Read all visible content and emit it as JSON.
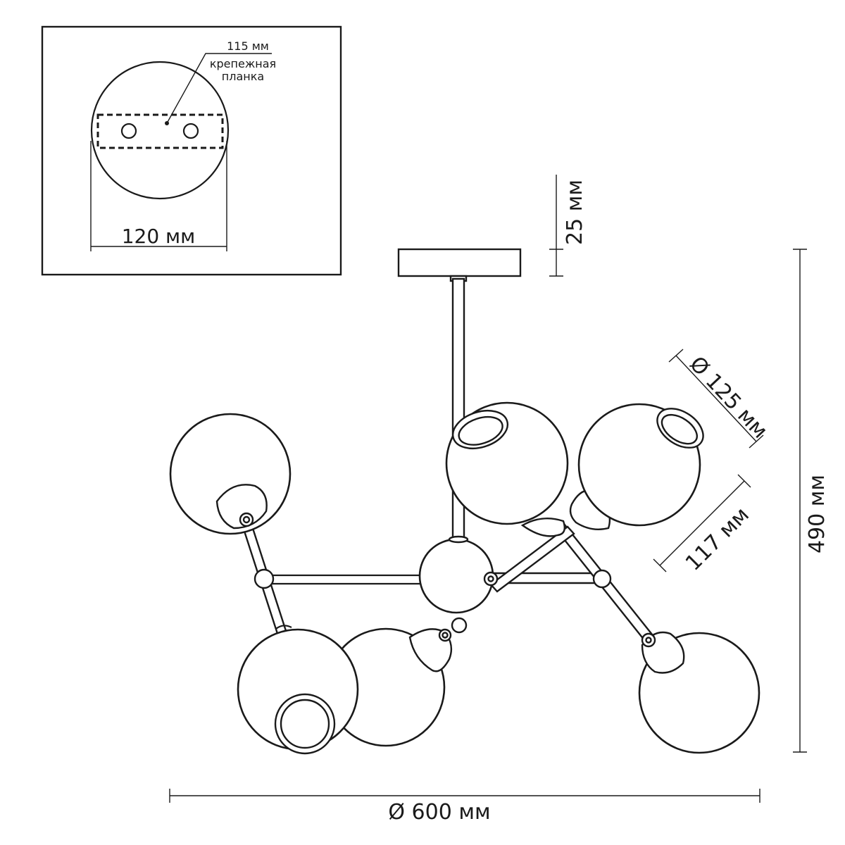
{
  "inset": {
    "plate_width_label": "115 мм",
    "plate_name_line1": "крепежная",
    "plate_name_line2": "планка",
    "canopy_diameter_label": "120 мм"
  },
  "dimensions": {
    "canopy_height": "25 мм",
    "total_height": "490 мм",
    "globe_diameter": "Ø 125 мм",
    "arm_length": "117 мм",
    "total_diameter": "Ø 600 мм"
  },
  "colors": {
    "line": "#1a1a1a",
    "background": "#ffffff"
  }
}
